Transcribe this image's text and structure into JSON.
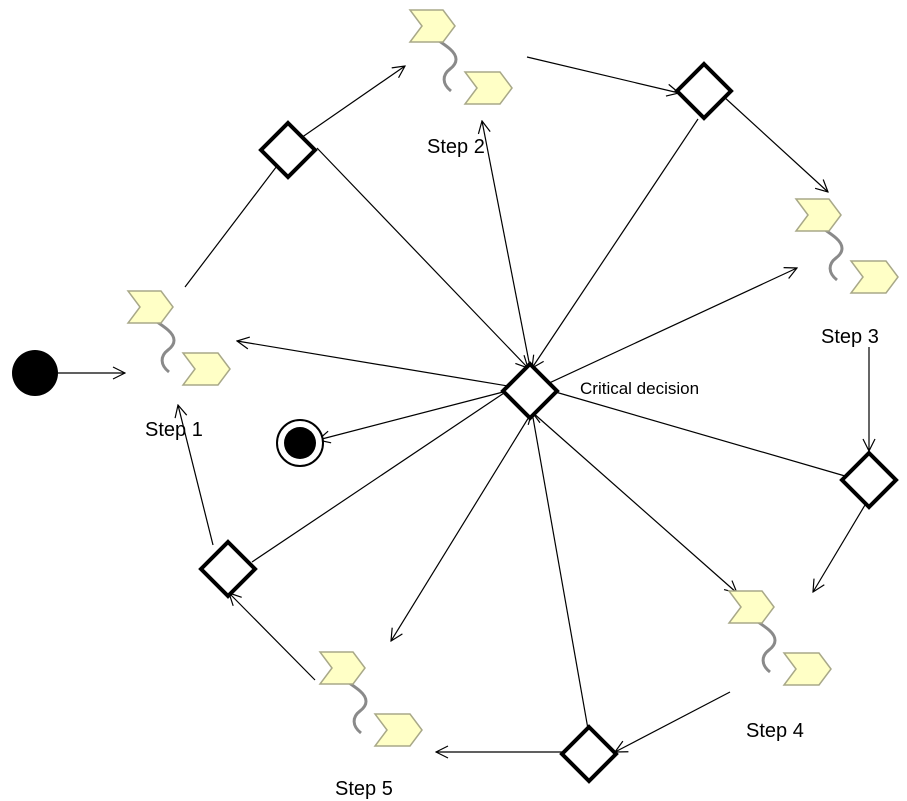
{
  "steps": [
    {
      "id": "step1",
      "label": "Step 1"
    },
    {
      "id": "step2",
      "label": "Step 2"
    },
    {
      "id": "step3",
      "label": "Step 3"
    },
    {
      "id": "step4",
      "label": "Step 4"
    },
    {
      "id": "step5",
      "label": "Step 5"
    }
  ],
  "central_decision": {
    "label": "Critical decision"
  },
  "colors": {
    "chevron_fill": "#FFFFC6",
    "chevron_stroke": "#A8A888",
    "connector": "#8A8A8A",
    "line": "#000000"
  },
  "icons": {
    "step": "activity-icon",
    "decision": "decision-diamond-icon",
    "initial": "initial-node-icon",
    "final": "final-node-icon"
  }
}
